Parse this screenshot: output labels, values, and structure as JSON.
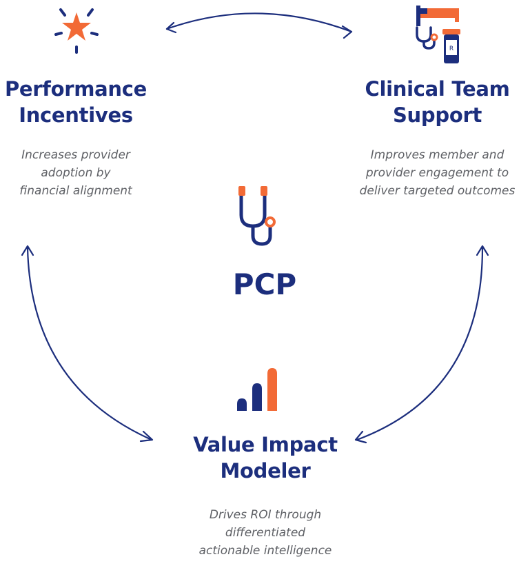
{
  "nodes": {
    "performance": {
      "title_line1": "Performance",
      "title_line2": "Incentives",
      "desc_line1": "Increases provider",
      "desc_line2": "adoption by",
      "desc_line3": "financial alignment",
      "icon": "star-burst-icon"
    },
    "clinical": {
      "title_line1": "Clinical Team",
      "title_line2": "Support",
      "desc_line1": "Improves member and",
      "desc_line2": "provider engagement to",
      "desc_line3": "deliver targeted outcomes",
      "icon": "bed-stethoscope-rx-icon"
    },
    "value": {
      "title_line1": "Value Impact",
      "title_line2": "Modeler",
      "desc_line1": "Drives ROI through",
      "desc_line2": "differentiated",
      "desc_line3": "actionable intelligence",
      "icon": "bar-chart-icon"
    },
    "center": {
      "title": "PCP",
      "icon": "stethoscope-icon"
    }
  },
  "colors": {
    "navy": "#1c2e7d",
    "orange": "#f26a36",
    "gray_text": "#5f6166"
  }
}
